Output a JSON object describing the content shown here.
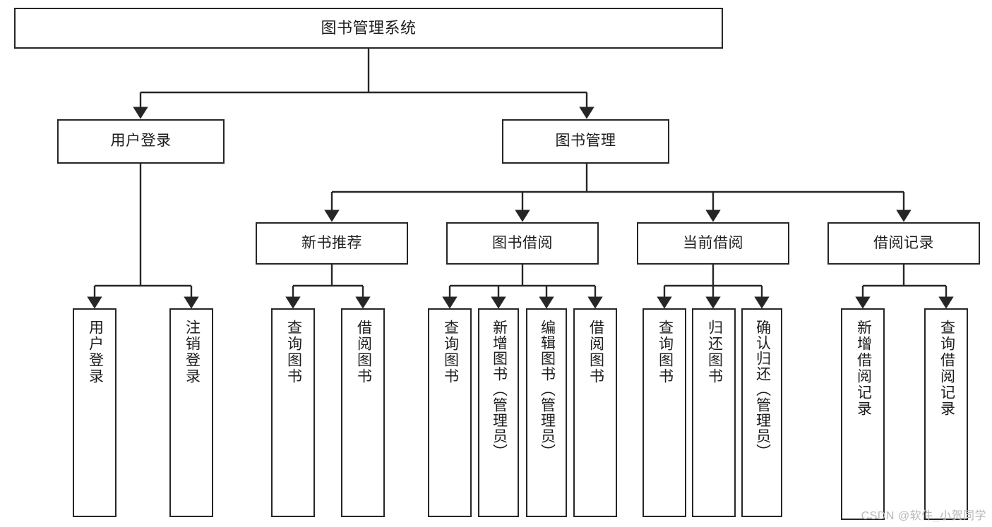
{
  "diagram": {
    "type": "tree",
    "title": "图书管理系统",
    "root": {
      "id": "root",
      "label": "图书管理系统"
    },
    "level2": [
      {
        "id": "user-login",
        "label": "用户登录"
      },
      {
        "id": "book-manage",
        "label": "图书管理"
      }
    ],
    "level3": [
      {
        "id": "new-book-rec",
        "label": "新书推荐",
        "parent": "book-manage"
      },
      {
        "id": "book-borrow",
        "label": "图书借阅",
        "parent": "book-manage"
      },
      {
        "id": "current-borrow",
        "label": "当前借阅",
        "parent": "book-manage"
      },
      {
        "id": "borrow-record",
        "label": "借阅记录",
        "parent": "book-manage"
      }
    ],
    "leaves": [
      {
        "id": "leaf-user-login",
        "label": "用户登录",
        "parent": "user-login"
      },
      {
        "id": "leaf-user-logout",
        "label": "注销登录",
        "parent": "user-login"
      },
      {
        "id": "leaf-query-book-1",
        "label": "查询图书",
        "parent": "new-book-rec"
      },
      {
        "id": "leaf-borrow-book-1",
        "label": "借阅图书",
        "parent": "new-book-rec"
      },
      {
        "id": "leaf-query-book-2",
        "label": "查询图书",
        "parent": "book-borrow"
      },
      {
        "id": "leaf-add-book",
        "label": "新增图书（管理员）",
        "parent": "book-borrow"
      },
      {
        "id": "leaf-edit-book",
        "label": "编辑图书（管理员）",
        "parent": "book-borrow"
      },
      {
        "id": "leaf-borrow-book-2",
        "label": "借阅图书",
        "parent": "book-borrow"
      },
      {
        "id": "leaf-query-book-3",
        "label": "查询图书",
        "parent": "current-borrow"
      },
      {
        "id": "leaf-return-book",
        "label": "归还图书",
        "parent": "current-borrow"
      },
      {
        "id": "leaf-confirm-return",
        "label": "确认归还（管理员）",
        "parent": "current-borrow"
      },
      {
        "id": "leaf-add-record",
        "label": "新增借阅记录",
        "parent": "borrow-record"
      },
      {
        "id": "leaf-query-record",
        "label": "查询借阅记录",
        "parent": "borrow-record"
      }
    ],
    "watermark": "CSDN @软件_小贺同学",
    "colors": {
      "stroke": "#262626",
      "background": "#ffffff",
      "text": "#1d1d1d",
      "watermark": "#b9b9b9"
    }
  }
}
